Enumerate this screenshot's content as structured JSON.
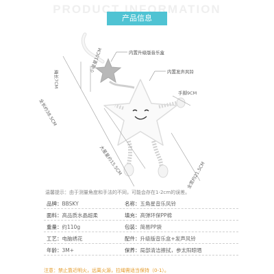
{
  "header": {
    "watermark": "PRODUCT INFORMATION",
    "tag": "产品信息"
  },
  "illustration": {
    "callout_small_star": "内置升级版音乐盒",
    "callout_big_star": "内置发声风铃",
    "dim_small_star_height": "绳长7CM",
    "dim_small_star_width": "小星星10CM",
    "dim_total_length": "全长约38.5CM",
    "dim_hand_length": "手脚9CM",
    "dim_big_star": "大星星约15.5CM",
    "dim_total_width": "全宽约21.5CM"
  },
  "note": "温馨提示：由于测量角度和手法的不同，可能会存在1-2cm的误差。",
  "specs": [
    {
      "left": {
        "key": "品牌：",
        "value": "BBSKY"
      },
      "right": {
        "key": "名称：",
        "value": "五角星音乐风铃"
      }
    },
    {
      "left": {
        "key": "面料：",
        "value": "高品质水晶超柔"
      },
      "right": {
        "key": "填充：",
        "value": "高弹环保PP棉"
      }
    },
    {
      "left": {
        "key": "重量：",
        "value": "约110g"
      },
      "right": {
        "key": "包装：",
        "value": "简易PP袋"
      }
    },
    {
      "left": {
        "key": "工艺：",
        "value": "电脑绣花"
      },
      "right": {
        "key": "配件：",
        "value": "升级版音乐盒+发声风铃"
      }
    },
    {
      "left": {
        "key": "年龄：",
        "value": "3M+"
      },
      "right": {
        "key": "保养：",
        "value": "局部清洁擦拭，参太阳晾晒"
      }
    }
  ],
  "warning": "注意：禁止靠近明火，远离火源，拉绳需适当保持（0-1）。"
}
